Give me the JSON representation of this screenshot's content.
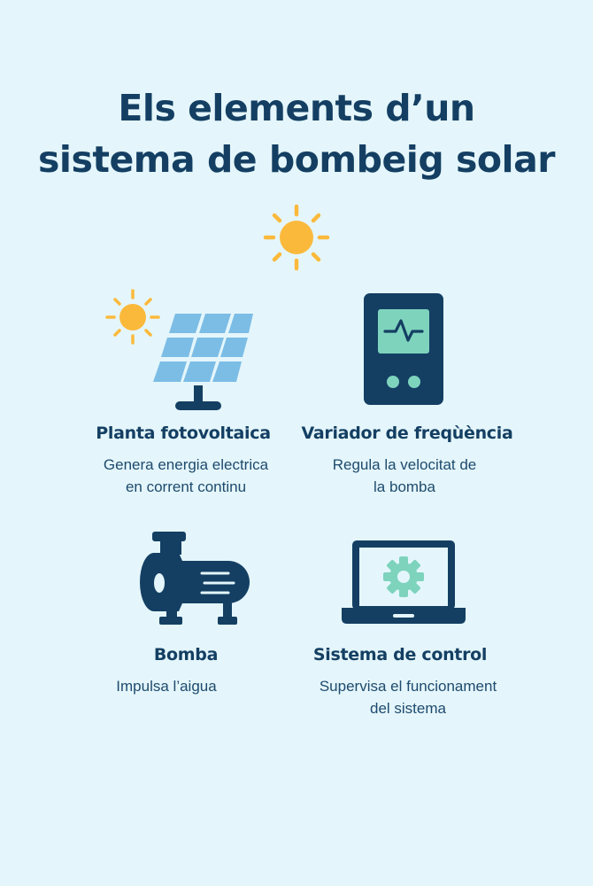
{
  "title": {
    "line1": "Els elements d’un",
    "line2": "sistema de bombeig solar"
  },
  "colors": {
    "background": "#e4f6fb",
    "navy": "#143f63",
    "sun": "#fbb93c",
    "panel": "#7cbde6",
    "mint": "#7ed3bd"
  },
  "decorations": {
    "top_icon": "sun-icon"
  },
  "elements": [
    {
      "icon": "solar-panel-icon",
      "heading": "Planta fotovoltaica",
      "desc_line1": "Genera energia electrica",
      "desc_line2": "en corrent continu"
    },
    {
      "icon": "frequency-inverter-icon",
      "heading": "Variador de freqüència",
      "heading_display": "Variador de freqùència",
      "desc_line1": "Regula la velocitat de",
      "desc_line2": "la bomba"
    },
    {
      "icon": "pump-icon",
      "heading": "Bomba",
      "desc_line1": "Impulsa l’aigua",
      "desc_line2": ""
    },
    {
      "icon": "laptop-gear-icon",
      "heading": "Sistema de control",
      "desc_line1": "Supervisa el funcionament",
      "desc_line2": "del sistema"
    }
  ]
}
